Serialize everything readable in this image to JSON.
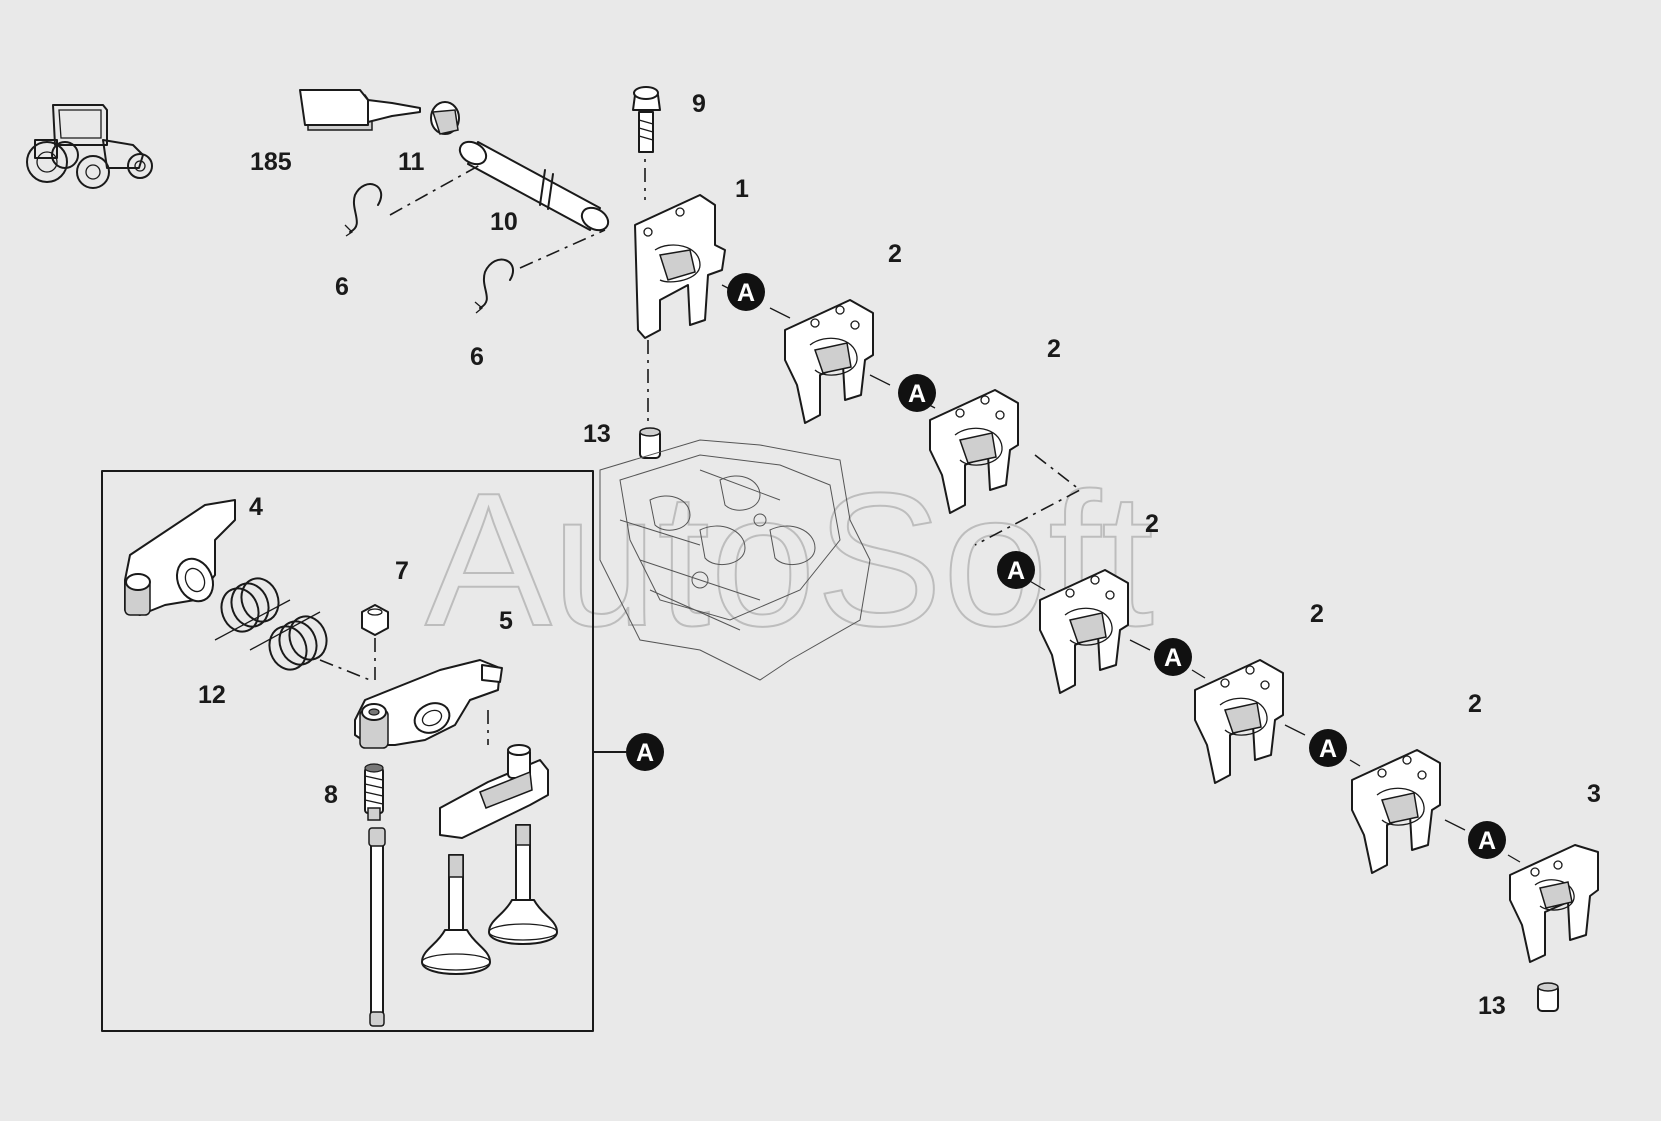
{
  "watermark": "AutoSoft",
  "reference_marker": "A",
  "labels": {
    "l185": "185",
    "l11": "11",
    "l9": "9",
    "l1": "1",
    "l10": "10",
    "l6a": "6",
    "l6b": "6",
    "l2a": "2",
    "l2b": "2",
    "l2c": "2",
    "l2d": "2",
    "l2e": "2",
    "l13a": "13",
    "l13b": "13",
    "l4": "4",
    "l7": "7",
    "l5": "5",
    "l12": "12",
    "l8": "8",
    "l3": "3"
  },
  "colors": {
    "background": "#e9e9e9",
    "line": "#1a1a1a",
    "marker_fill": "#111111"
  },
  "icons": [
    "tractor-icon"
  ]
}
